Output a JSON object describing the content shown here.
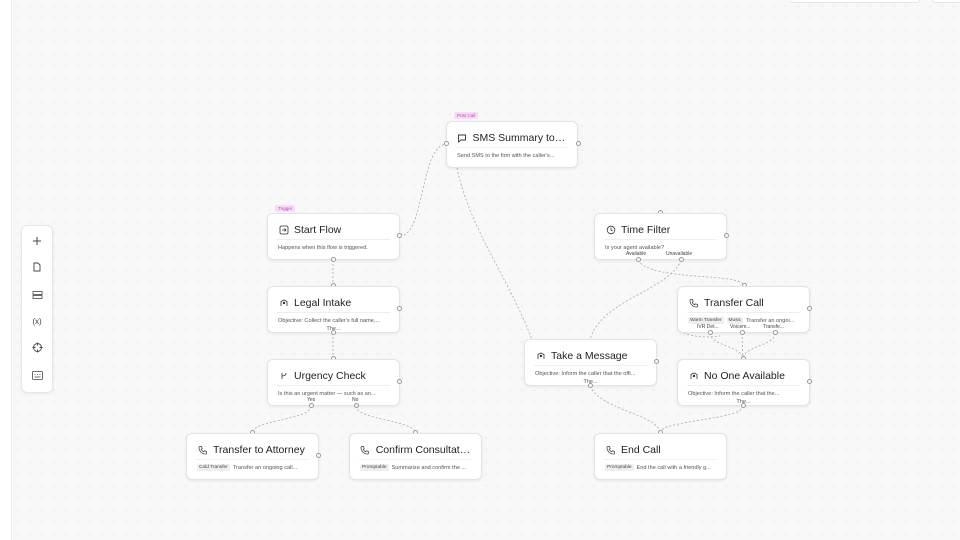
{
  "toolbar": {
    "buttons": [
      {
        "icon": "plus-icon"
      },
      {
        "icon": "document-icon"
      },
      {
        "icon": "layers-icon"
      },
      {
        "icon": "variable-icon"
      },
      {
        "icon": "crosshair-icon"
      },
      {
        "icon": "keyboard-icon"
      }
    ],
    "variable_glyph": "(x)"
  },
  "nodes": {
    "sms": {
      "tag": "Post Call",
      "title": "SMS Summary to F...",
      "desc": "Send SMS to the firm with the caller's..."
    },
    "start": {
      "tag": "Trigger",
      "title": "Start Flow",
      "desc": "Happens when this flow is triggered."
    },
    "intake": {
      "title": "Legal Intake",
      "desc": "Objective: Collect the caller's full name,...",
      "desc2": "The..."
    },
    "urgency": {
      "title": "Urgency Check",
      "desc": "Is this an urgent matter — such as an...",
      "out_yes": "Yes",
      "out_no": "No"
    },
    "attorney": {
      "title": "Transfer to Attorney",
      "chip": "Cold Transfer",
      "desc": "Transfer an ongoing call..."
    },
    "consult": {
      "title": "Confirm Consultation",
      "chip": "Promptable",
      "desc": "Summarize and confirm the ..."
    },
    "time": {
      "title": "Time Filter",
      "desc": "Is your agent available?",
      "out_available": "Available",
      "out_unavailable": "Unavailable"
    },
    "transfer": {
      "title": "Transfer Call",
      "chip1": "Warm Transfer",
      "chip2": "Music",
      "desc": "Transfer an ongoi...",
      "out1": "IVR Det...",
      "out2": "Voicem...",
      "out3": "Transfe..."
    },
    "message": {
      "title": "Take a Message",
      "desc": "Objective: Inform the caller that the offi...",
      "desc2": "The..."
    },
    "noone": {
      "title": "No One Available",
      "desc": "Objective: Inform the caller that the...",
      "desc2": "The..."
    },
    "endcall": {
      "title": "End Call",
      "chip": "Promptable",
      "desc": "End the call with a friendly g..."
    }
  },
  "colors": {
    "tag_bg": "#f6dcf6",
    "tag_text": "#b04bb0",
    "edge": "#a9a9a9"
  }
}
